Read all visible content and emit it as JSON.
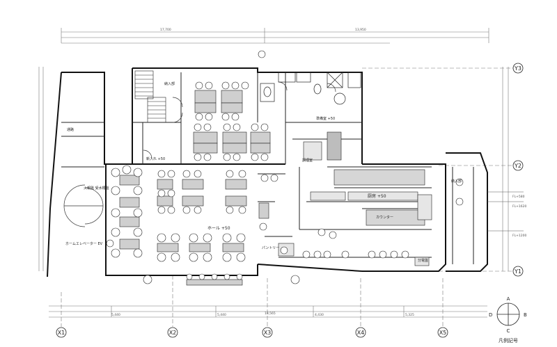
{
  "axes": {
    "x": [
      "X1",
      "X2",
      "X3",
      "X4",
      "X5"
    ],
    "y": [
      "Y3",
      "Y2",
      "Y1"
    ]
  },
  "rooms": {
    "entrance_top": "納入部",
    "entrance_right": "納入部",
    "entrance_main": "新入れ +50",
    "prep": "準備室 +50",
    "hall": "ホール +50",
    "kitchen": "厨房 +50",
    "uketsuke": "火報盤\n受水槽盤",
    "side_room": "調理室",
    "counter": "カウンター",
    "elev": "ホームエレベーター\nEV",
    "meter": "分電盤",
    "left_corridor": "通路",
    "pantry": "パントリー"
  },
  "notes": {
    "level_a": "FL+580",
    "level_b": "FL+1200",
    "level_c": "FL+1620"
  },
  "compass": {
    "n": "A",
    "e": "B",
    "s": "C",
    "w": "D",
    "caption": "凡例記号"
  }
}
